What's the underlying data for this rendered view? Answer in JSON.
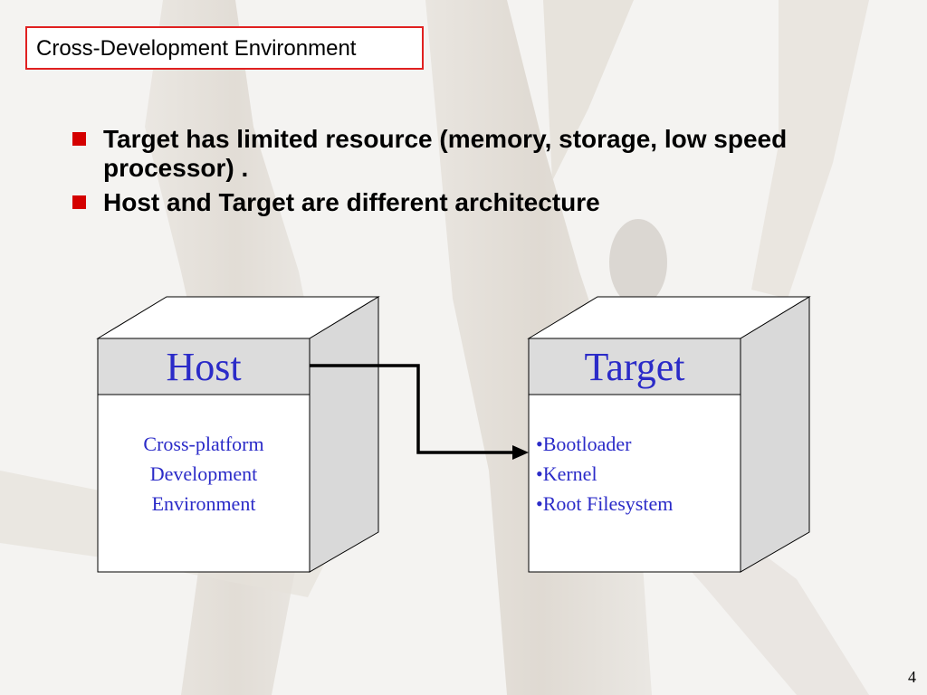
{
  "slide": {
    "title": "Cross-Development Environment",
    "page_number": "4"
  },
  "bullets": [
    "Target has limited resource (memory, storage, low speed processor) .",
    "Host and Target are different architecture"
  ],
  "diagram": {
    "host": {
      "label": "Host",
      "lines": [
        "Cross-platform",
        "Development",
        "Environment"
      ]
    },
    "target": {
      "label": "Target",
      "lines": [
        "•Bootloader",
        "•Kernel",
        "•Root Filesystem"
      ]
    }
  },
  "colors": {
    "title_border": "#e02020",
    "bullet_marker": "#d40000",
    "label_text": "#2b2bc8"
  }
}
